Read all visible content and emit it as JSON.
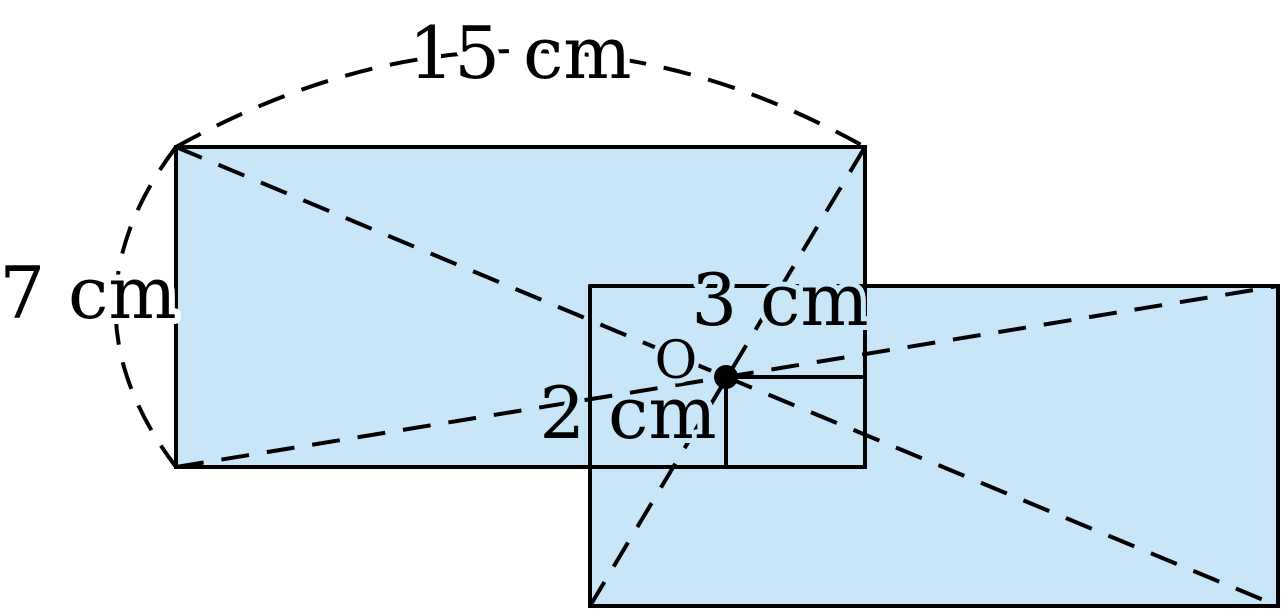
{
  "labels": {
    "length": "15 cm",
    "width": "7 cm",
    "offset_horizontal": "3 cm",
    "offset_vertical": "2 cm",
    "center": "O"
  },
  "colors": {
    "fill": "#c8e6f8",
    "stroke": "#000000"
  }
}
